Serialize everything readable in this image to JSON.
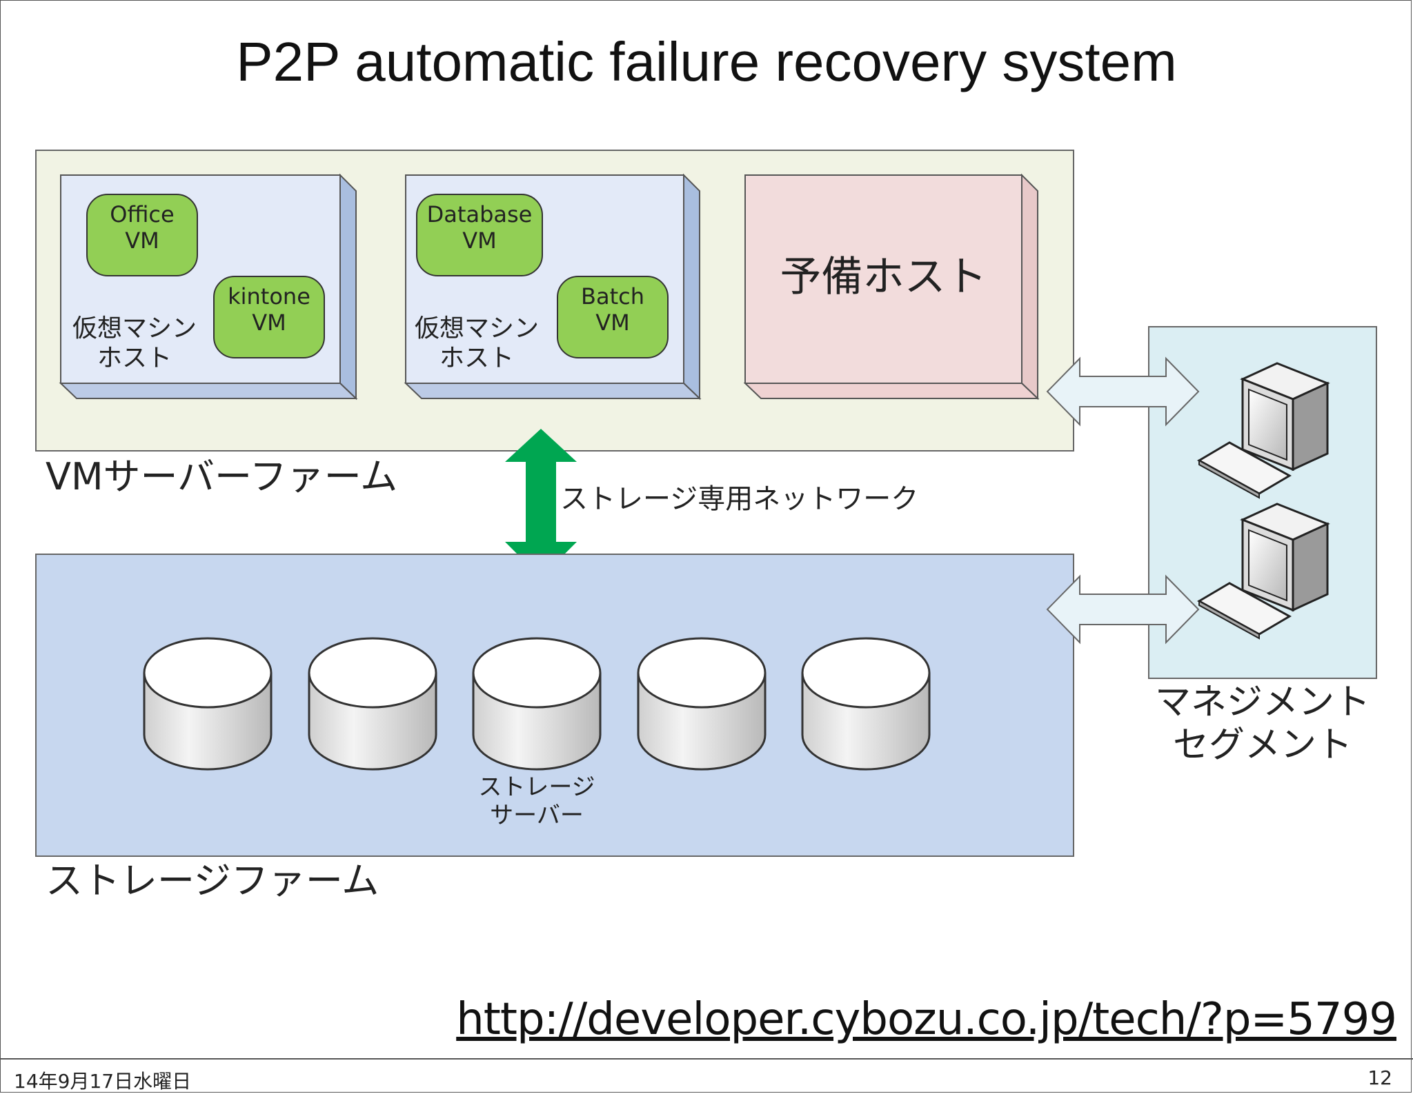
{
  "title": "P2P automatic failure recovery system",
  "vm_farm": {
    "label": "VMサーバーファーム",
    "host1": {
      "label": "仮想マシン\nホスト",
      "vm_a": "Office\nVM",
      "vm_b": "kintone\nVM"
    },
    "host2": {
      "label": "仮想マシン\nホスト",
      "vm_a": "Database\nVM",
      "vm_b": "Batch\nVM"
    },
    "spare_host": "予備ホスト"
  },
  "storage_network": "ストレージ専用ネットワーク",
  "storage_farm": {
    "label": "ストレージファーム",
    "server_label": "ストレージ\nサーバー"
  },
  "management": {
    "label": "マネジメント\nセグメント"
  },
  "url": "http://developer.cybozu.co.jp/tech/?p=5799",
  "footer": {
    "date": "14年9月17日水曜日",
    "page": "12"
  },
  "colors": {
    "vm_farm_bg": "#f1f3e4",
    "host_bg": "#e3eaf8",
    "vm_green": "#92cf55",
    "spare_bg": "#f2dcdc",
    "storage_bg": "#c7d7ef",
    "mgmt_bg": "#dbeef3",
    "network_arrow": "#00a651",
    "link_arrow": "#e8f3f8"
  },
  "icons": [
    "computer-icon",
    "keyboard-icon",
    "database-cylinder-icon"
  ]
}
